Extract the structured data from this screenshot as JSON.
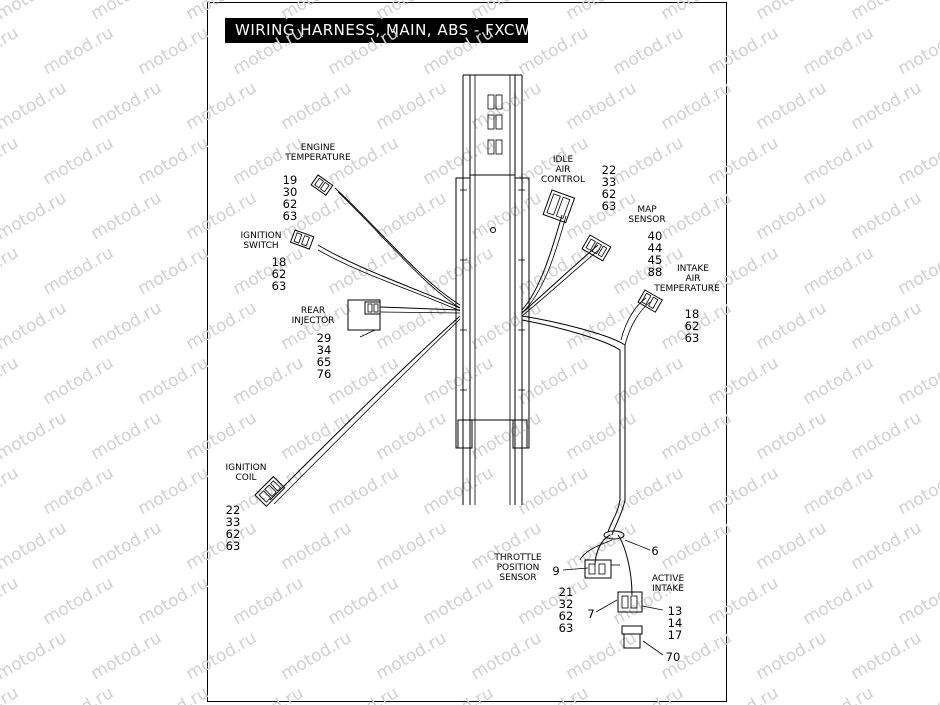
{
  "title": "WIRING HARNESS, MAIN, ABS - FXCWC",
  "watermark": "motod.ru",
  "colors": {
    "ink": "#000000",
    "paper": "#ffffff",
    "watermark": "#d0d0d0"
  },
  "components": {
    "engine_temperature": {
      "label": [
        "ENGINE",
        "TEMPERATURE"
      ],
      "parts": [
        "19",
        "30",
        "62",
        "63"
      ]
    },
    "ignition_switch": {
      "label": [
        "IGNITION",
        "SWITCH"
      ],
      "parts": [
        "18",
        "62",
        "63"
      ]
    },
    "rear_injector": {
      "label": [
        "REAR",
        "INJECTOR"
      ],
      "parts": [
        "29",
        "34",
        "65",
        "76"
      ]
    },
    "ignition_coil": {
      "label": [
        "IGNITION",
        "COIL"
      ],
      "parts": [
        "22",
        "33",
        "62",
        "63"
      ]
    },
    "idle_air_control": {
      "label": [
        "IDLE",
        "AIR",
        "CONTROL"
      ],
      "parts": [
        "22",
        "33",
        "62",
        "63"
      ]
    },
    "map_sensor": {
      "label": [
        "MAP",
        "SENSOR"
      ],
      "parts": [
        "40",
        "44",
        "45",
        "88"
      ]
    },
    "intake_air_temperature": {
      "label": [
        "INTAKE",
        "AIR",
        "TEMPERATURE"
      ],
      "parts": [
        "18",
        "62",
        "63"
      ]
    },
    "throttle_position_sensor": {
      "label": [
        "THROTTLE",
        "POSITION",
        "SENSOR"
      ],
      "parts": [
        "21",
        "32",
        "62",
        "63"
      ]
    },
    "active_intake": {
      "label": [
        "ACTIVE",
        "INTAKE"
      ],
      "parts": [
        "13",
        "14",
        "17"
      ]
    }
  },
  "callouts": {
    "c6": "6",
    "c7": "7",
    "c9": "9",
    "c70": "70"
  }
}
